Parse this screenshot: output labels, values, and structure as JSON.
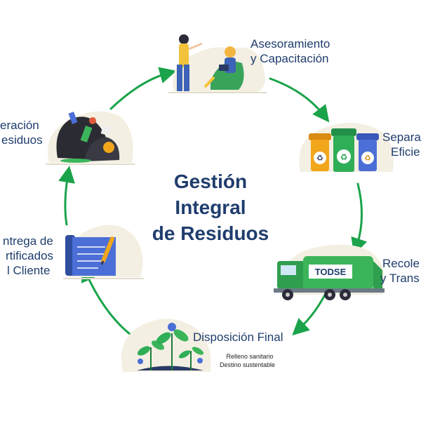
{
  "center_title": [
    "Gestión",
    "Integral",
    "de Residuos"
  ],
  "steps": {
    "asesoramiento": [
      "Asesoramiento",
      "y Capacitación"
    ],
    "separacion": [
      "Separa",
      "Eficie"
    ],
    "recoleccion": [
      "Recole",
      "y Trans"
    ],
    "disposicion": "Disposición Final",
    "disposicion_details": [
      "Relleno sanitario",
      "Destino sustentable"
    ],
    "entrega": [
      "ntrega de",
      "rtificados",
      "l Cliente"
    ],
    "generacion": [
      "eración",
      "esiduos"
    ]
  },
  "truck_logo": "TODSE",
  "colors": {
    "arrow": "#1aa34a",
    "text": "#1f3d6d",
    "blob": "#f3efe2",
    "bin_orange": "#f2a61b",
    "bin_green": "#2fae58",
    "bin_blue": "#4b6fd6",
    "truck": "#3cb55a"
  }
}
